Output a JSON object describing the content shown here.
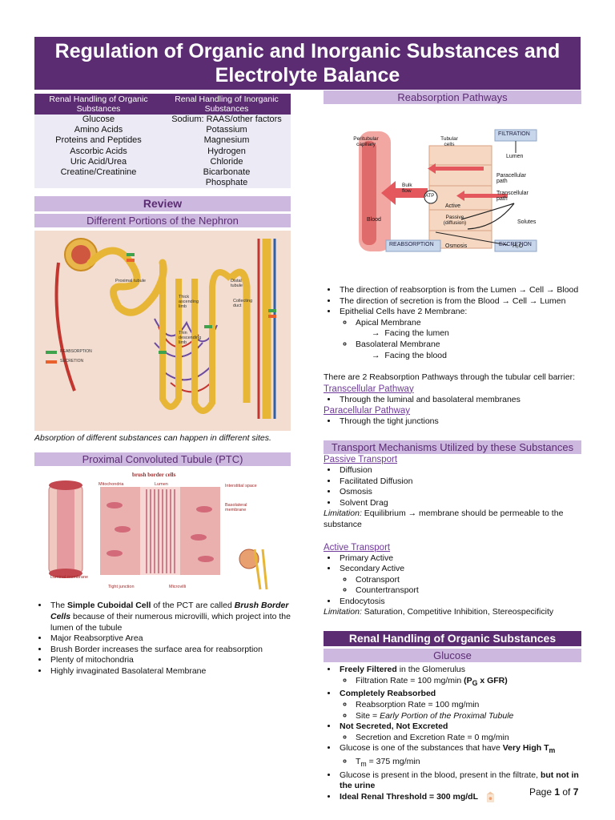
{
  "title": "Regulation of Organic and Inorganic Substances and Electrolyte Balance",
  "table": {
    "headers": [
      "Renal Handling of Organic Substances",
      "Renal Handling of Inorganic Substances"
    ],
    "organic": [
      "Glucose",
      "Amino Acids",
      "Proteins and Peptides",
      "Ascorbic Acids",
      "Uric Acid/Urea",
      "Creatine/Creatinine"
    ],
    "inorganic": [
      "Sodium: RAAS/other factors",
      "Potassium",
      "Magnesium",
      "Hydrogen",
      "Chloride",
      "Bicarbonate",
      "Phosphate"
    ]
  },
  "review": {
    "heading": "Review",
    "subheading": "Different Portions of the Nephron",
    "fig_labels": [
      "Proximal tubule",
      "Thick ascending limb",
      "Thin descending limb",
      "Distal tubule",
      "Collecting duct",
      "REABSORPTION",
      "SECRETION"
    ],
    "caption": "Absorption of different substances can happen in different sites."
  },
  "ptc": {
    "heading": "Proximal Convoluted Tubule (PTC)",
    "fig_labels": [
      "brush border cells",
      "Mitochondria",
      "Lumen",
      "Interstitial space",
      "Basolateral membrane",
      "Luminal membrane",
      "Tight junction",
      "Microvilli"
    ],
    "b1_pre": "The ",
    "b1_bold": "Simple Cuboidal Cell",
    "b1_mid": " of the PCT are called ",
    "b1_bi": "Brush Border Cells",
    "b1_post": " because of their numerous microvilli, which project into the lumen of the tubule",
    "b2": "Major Reabsorptive Area",
    "b3": "Brush Border increases the surface area for reabsorption",
    "b4": "Plenty of mitochondria",
    "b5": "Highly invaginated Basolateral Membrane"
  },
  "pathways": {
    "heading": "Reabsorption Pathways",
    "fig": {
      "filtration": "FILTRATION",
      "lumen": "Lumen",
      "peritubular": "Peritubular capillary",
      "tubular": "Tubular cells",
      "paracellular": "Paracellular path",
      "transcellular": "Transcellular path",
      "bulk": "Bulk flow",
      "atp": "ATP",
      "active": "Active",
      "passive": "Passive (diffusion)",
      "solutes": "Solutes",
      "osmosis": "Osmosis",
      "h2o": "H₂O",
      "blood": "Blood",
      "reabsorption": "REABSORPTION",
      "excretion": "EXCRETION"
    },
    "b1": "The direction of reabsorption is from the Lumen → Cell → Blood",
    "b2": "The direction of secretion is from the Blood → Cell → Lumen",
    "b3": "Epithelial Cells have 2 Membrane:",
    "apical": "Apical Membrane",
    "apical_sub": "Facing the lumen",
    "baso": "Basolateral Membrane",
    "baso_sub": "Facing the blood",
    "intro": "There are 2 Reabsorption Pathways through the tubular cell barrier:",
    "trans_title": "Transcellular Pathway",
    "trans_b": "Through the luminal and basolateral membranes",
    "para_title": "Paracellular Pathway",
    "para_b": "Through the tight junctions"
  },
  "transport": {
    "heading": "Transport Mechanisms Utilized by these Substances",
    "passive_title": "Passive Transport",
    "passive_items": [
      "Diffusion",
      "Facilitated Diffusion",
      "Osmosis",
      "Solvent Drag"
    ],
    "passive_lim_label": "Limitation:",
    "passive_lim": " Equilibrium → membrane should be permeable to the substance",
    "active_title": "Active Transport",
    "active_items": [
      "Primary Active",
      "Secondary Active"
    ],
    "secondary_sub": [
      "Cotransport",
      "Countertransport"
    ],
    "endo": "Endocytosis",
    "active_lim_label": "Limitation:",
    "active_lim": " Saturation, Competitive Inhibition, Stereospecificity"
  },
  "organic": {
    "heading": "Renal Handling of Organic Substances",
    "glucose": "Glucose",
    "g1_bold": "Freely Filtered",
    "g1_rest": " in the Glomerulus",
    "g1_sub_pre": "Filtration Rate = 100 mg/min ",
    "g1_sub_bold": "(P",
    "g1_sub_subscript": "G",
    "g1_sub_bold2": " x GFR)",
    "g2_bold": "Completely Reabsorbed",
    "g2_sub1": "Reabsorption Rate = 100 mg/min",
    "g2_sub2_pre": "Site = ",
    "g2_sub2_it": "Early Portion of the Proximal Tubule",
    "g3_bold": "Not Secreted, Not Excreted",
    "g3_sub": "Secretion and Excretion Rate = 0 mg/min",
    "g4_pre": "Glucose is one of the substances that have ",
    "g4_bold": "Very High T",
    "g4_bold_sub": "m",
    "g4_sub_pre": "T",
    "g4_sub_subscript": "m",
    "g4_sub_post": " = 375 mg/min",
    "g5_pre": "Glucose is present in the blood, present in the filtrate, ",
    "g5_bold": "but not in the urine",
    "g6_bold": "Ideal Renal Threshold = 300 mg/dL"
  },
  "page": {
    "prefix": "Page ",
    "num": "1",
    "mid": " of ",
    "total": "7"
  }
}
